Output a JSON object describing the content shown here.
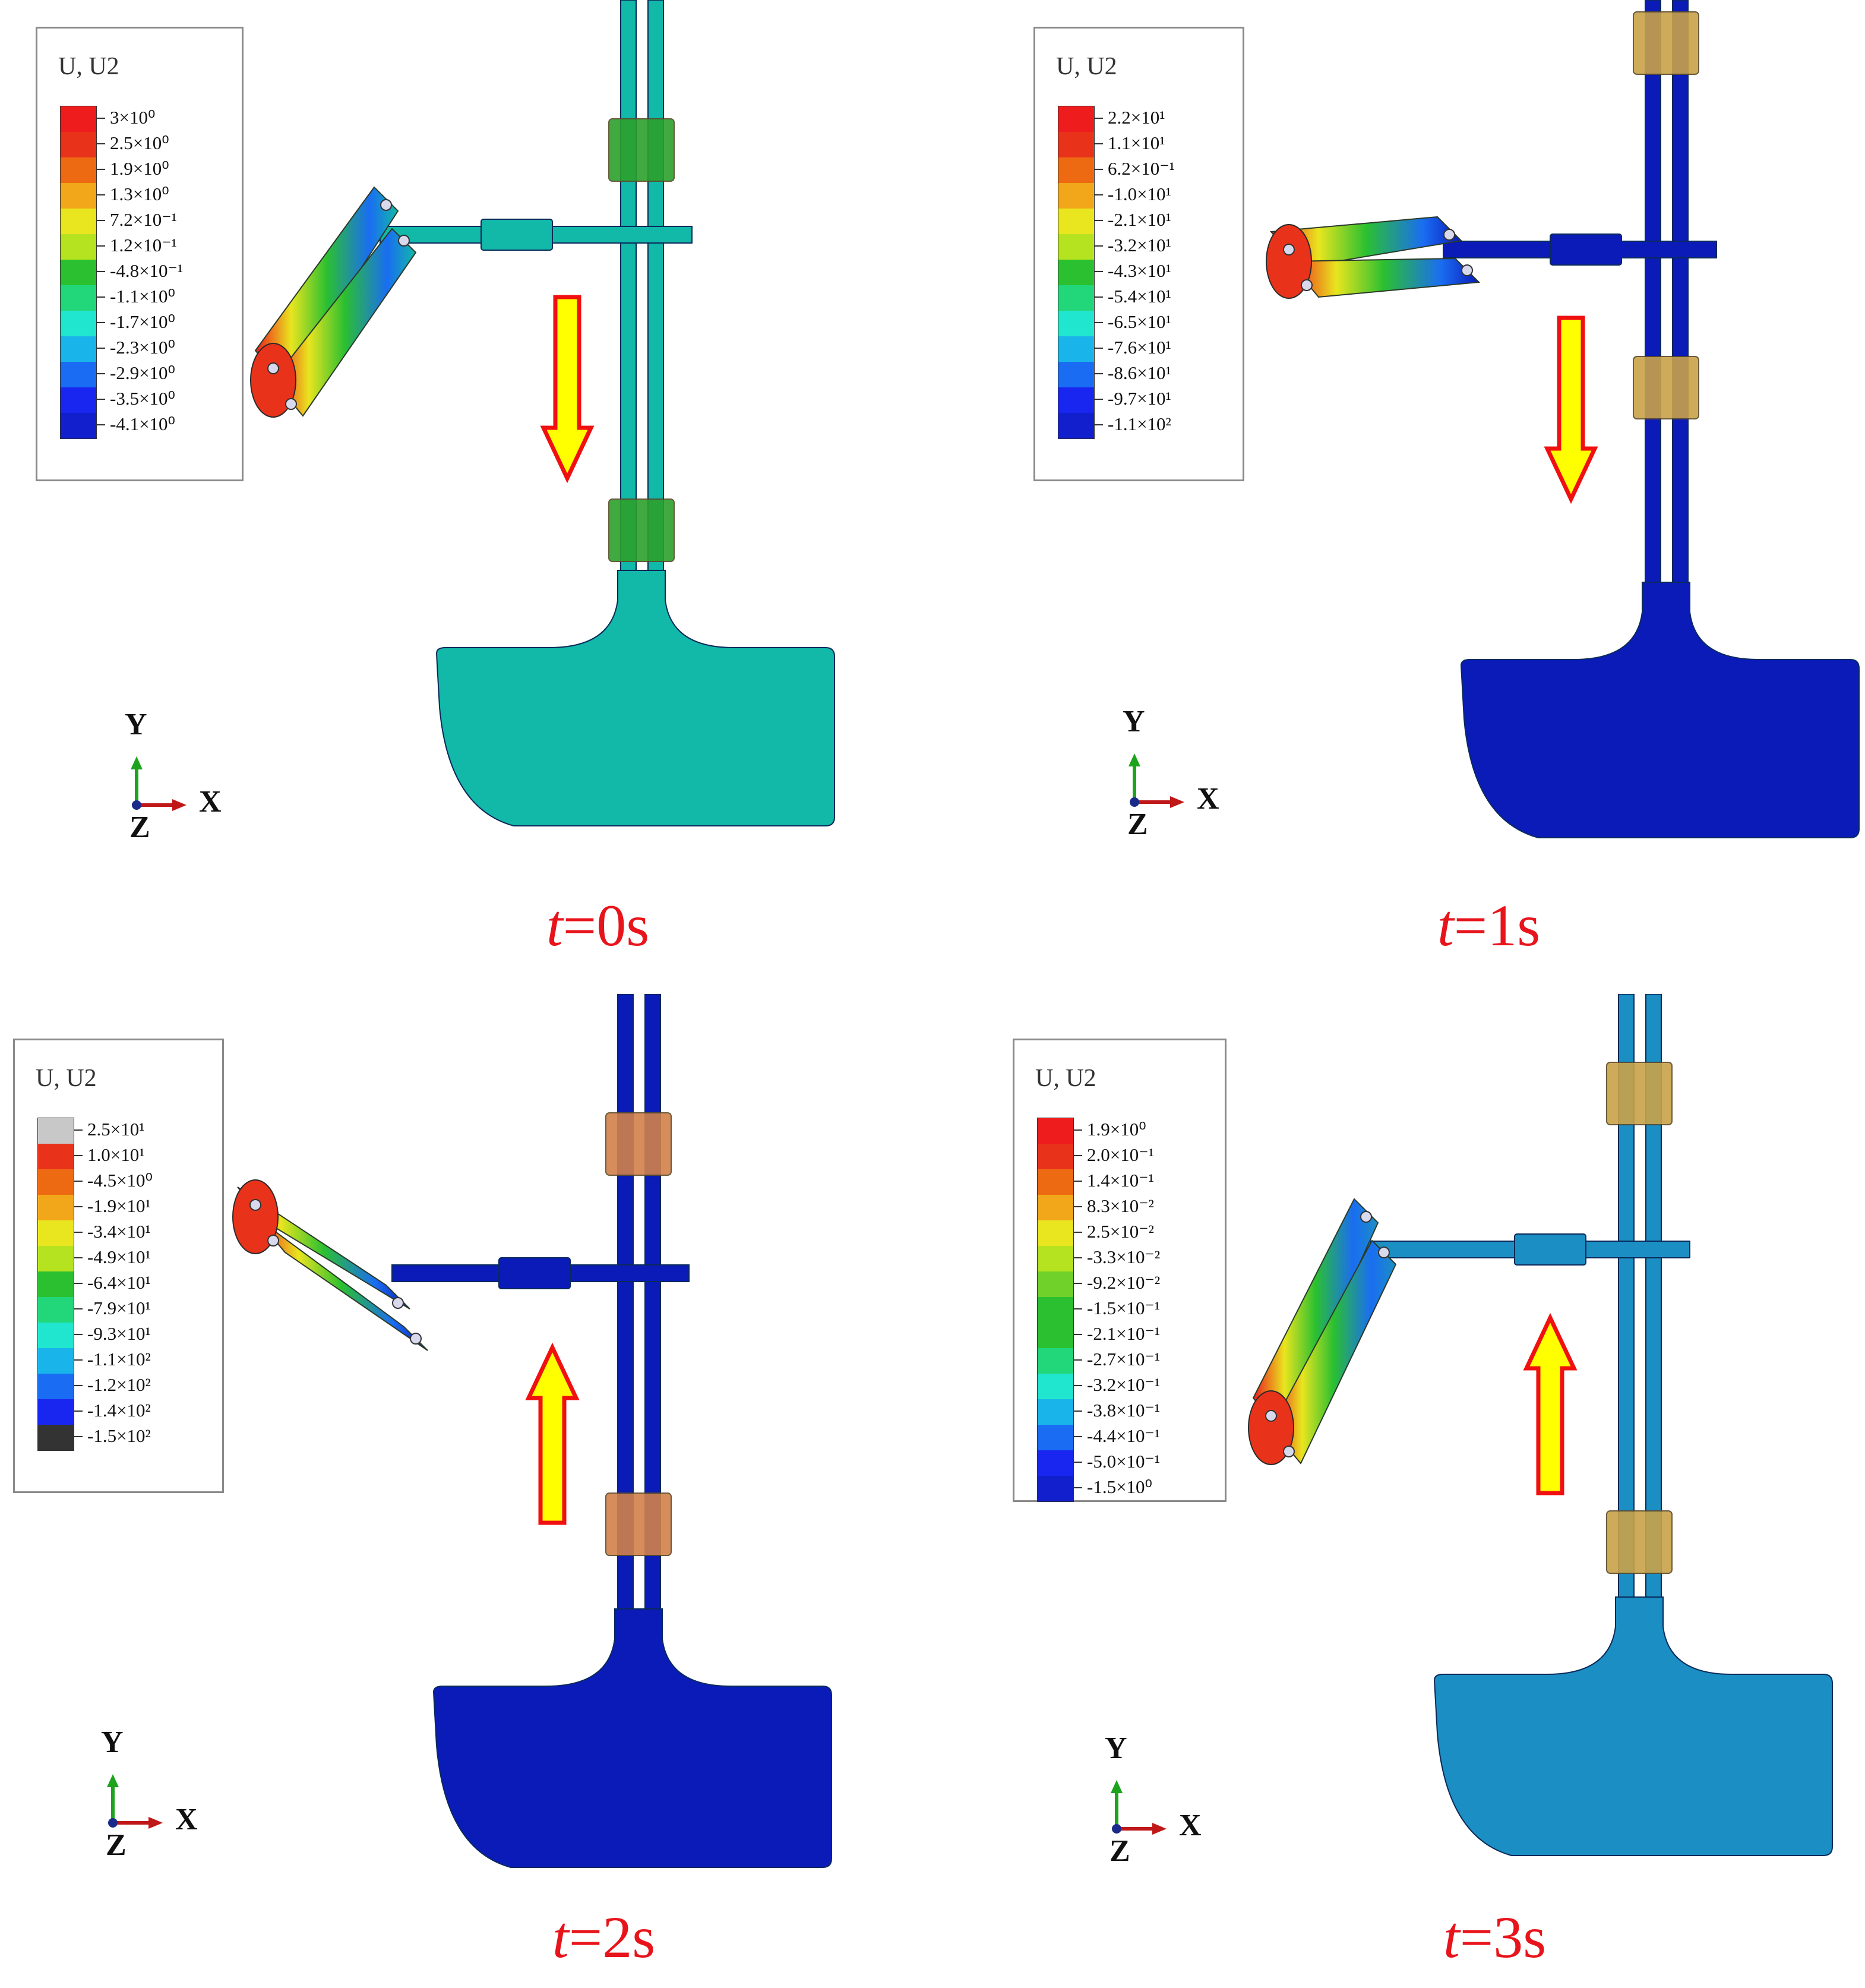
{
  "colors": {
    "contour": [
      "#ee1c1c",
      "#e8331a",
      "#ee6a12",
      "#f2a71a",
      "#e9e51f",
      "#b6e31f",
      "#6fd12a",
      "#2bc030",
      "#21d77a",
      "#20e6cf",
      "#19b5ea",
      "#1a6df2",
      "#1826f0",
      "#111fcc"
    ],
    "arrow_fill": "#ffff00",
    "arrow_stroke": "#f01010",
    "axis_y": "#1ea31e",
    "axis_x": "#c01818",
    "time_label": "#e8141b",
    "bearing_green": "#2ca02c",
    "bearing_brown": "#c9a24a",
    "bearing_orange": "#d2814a"
  },
  "panels": [
    {
      "id": "t0",
      "legend_title": "U, U2",
      "legend_labels": [
        "3×10⁰",
        "2.5×10⁰",
        "1.9×10⁰",
        "1.3×10⁰",
        "7.2×10⁻¹",
        "1.2×10⁻¹",
        "-4.8×10⁻¹",
        "-1.1×10⁰",
        "-1.7×10⁰",
        "-2.3×10⁰",
        "-2.9×10⁰",
        "-3.5×10⁰",
        "-4.1×10⁰"
      ],
      "body_color": "#12b8a8",
      "bearing_color": "#2ca02c",
      "arrow_direction": "down",
      "time_var": "t",
      "time_value": "=0s"
    },
    {
      "id": "t1",
      "legend_title": "U, U2",
      "legend_labels": [
        "2.2×10¹",
        "1.1×10¹",
        "6.2×10⁻¹",
        "-1.0×10¹",
        "-2.1×10¹",
        "-3.2×10¹",
        "-4.3×10¹",
        "-5.4×10¹",
        "-6.5×10¹",
        "-7.6×10¹",
        "-8.6×10¹",
        "-9.7×10¹",
        "-1.1×10²"
      ],
      "body_color": "#0a1bb8",
      "bearing_color": "#c9a24a",
      "arrow_direction": "down",
      "time_var": "t",
      "time_value": "=1s"
    },
    {
      "id": "t2",
      "legend_title": "U, U2",
      "legend_labels": [
        "2.5×10¹",
        "1.0×10¹",
        "-4.5×10⁰",
        "-1.9×10¹",
        "-3.4×10¹",
        "-4.9×10¹",
        "-6.4×10¹",
        "-7.9×10¹",
        "-9.3×10¹",
        "-1.1×10²",
        "-1.2×10²",
        "-1.4×10²",
        "-1.5×10²"
      ],
      "body_color": "#0a1bb8",
      "bearing_color": "#d2814a",
      "arrow_direction": "up",
      "time_var": "t",
      "time_value": "=2s"
    },
    {
      "id": "t3",
      "legend_title": "U, U2",
      "legend_labels": [
        "1.9×10⁰",
        "2.0×10⁻¹",
        "1.4×10⁻¹",
        "8.3×10⁻²",
        "2.5×10⁻²",
        "-3.3×10⁻²",
        "-9.2×10⁻²",
        "-1.5×10⁻¹",
        "-2.1×10⁻¹",
        "-2.7×10⁻¹",
        "-3.2×10⁻¹",
        "-3.8×10⁻¹",
        "-4.4×10⁻¹",
        "-5.0×10⁻¹",
        "-1.5×10⁰"
      ],
      "body_color": "#1b8fc4",
      "bearing_color": "#c9a24a",
      "arrow_direction": "up",
      "time_var": "t",
      "time_value": "=3s"
    }
  ],
  "axis_labels": {
    "y": "Y",
    "x": "X",
    "z": "Z"
  }
}
